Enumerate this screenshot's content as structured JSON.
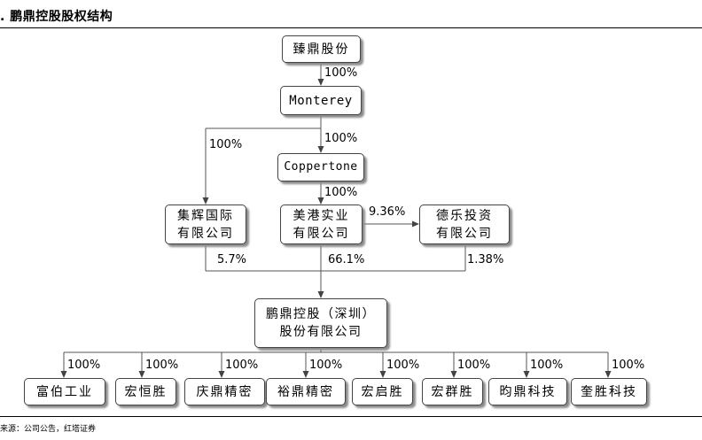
{
  "title": ". 鹏鼎控股股权结构",
  "source": "来源：公司公告，红塔证券",
  "nodes": {
    "zhending": "臻鼎股份",
    "monterey": "Monterey",
    "coppertone": "Coppertone",
    "jihui": "集辉国际\n有限公司",
    "meigang": "美港实业\n有限公司",
    "dele": "德乐投资\n有限公司",
    "pengding": "鹏鼎控股（深圳）\n股份有限公司"
  },
  "edges": {
    "zhending_monterey": "100%",
    "monterey_jihui": "100%",
    "monterey_coppertone": "100%",
    "coppertone_meigang": "100%",
    "meigang_dele": "9.36%",
    "jihui_pengding": "5.7%",
    "meigang_pengding": "66.1%",
    "dele_pengding": "1.38%"
  },
  "subsidiaries": [
    {
      "name": "富伯工业",
      "pct": "100%"
    },
    {
      "name": "宏恒胜",
      "pct": "100%"
    },
    {
      "name": "庆鼎精密",
      "pct": "100%"
    },
    {
      "name": "裕鼎精密",
      "pct": "100%"
    },
    {
      "name": "宏启胜",
      "pct": "100%"
    },
    {
      "name": "宏群胜",
      "pct": "100%"
    },
    {
      "name": "昀鼎科技",
      "pct": "100%"
    },
    {
      "name": "奎胜科技",
      "pct": "100%"
    }
  ]
}
